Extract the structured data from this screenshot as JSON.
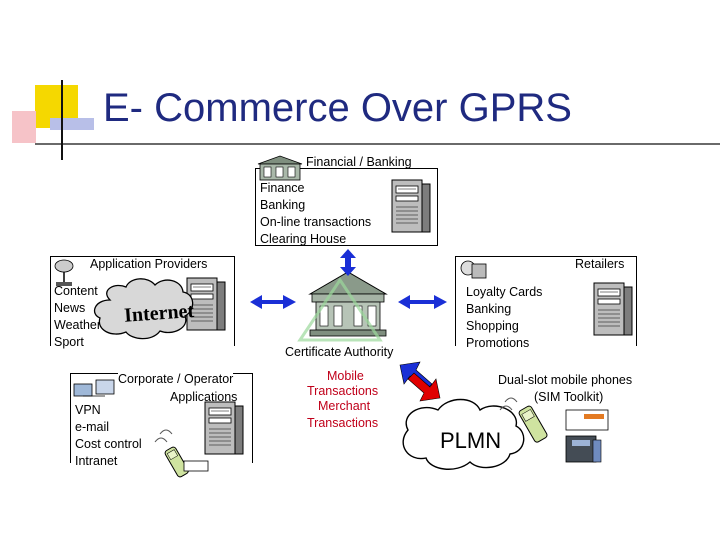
{
  "title": "E- Commerce Over GPRS",
  "financial": {
    "title": "Financial / Banking",
    "items": [
      "Finance",
      "Banking",
      "On-line transactions",
      "Clearing House"
    ]
  },
  "application_providers": {
    "title": "Application Providers",
    "items": [
      "Content",
      "News",
      "Weather",
      "Sport"
    ],
    "cloud_label": "Internet"
  },
  "retailers": {
    "title": "Retailers",
    "items": [
      "Loyalty Cards",
      "Banking",
      "Shopping",
      "Promotions"
    ]
  },
  "corporate": {
    "title_line1": "Corporate / Operator",
    "title_line2": "Applications",
    "items": [
      "VPN",
      "e-mail",
      "Cost control",
      "Intranet"
    ]
  },
  "certificate_authority": "Certificate Authority",
  "mobile_transactions": [
    "Mobile",
    "Transactions"
  ],
  "merchant_transactions": [
    "Merchant",
    "Transactions"
  ],
  "dual_slot": [
    "Dual-slot mobile phones",
    "(SIM Toolkit)"
  ],
  "plmn_label": "PLMN",
  "colors": {
    "title": "#1f2a80",
    "mobile_text": "#c0001a",
    "merchant_text": "#c0001a",
    "arrow_blue": "#1a2fd6",
    "arrow_red": "#e00000",
    "arrow_green": "#1a9b1a",
    "deco_yellow": "#f5d800",
    "deco_red": "#f2a0a8"
  }
}
